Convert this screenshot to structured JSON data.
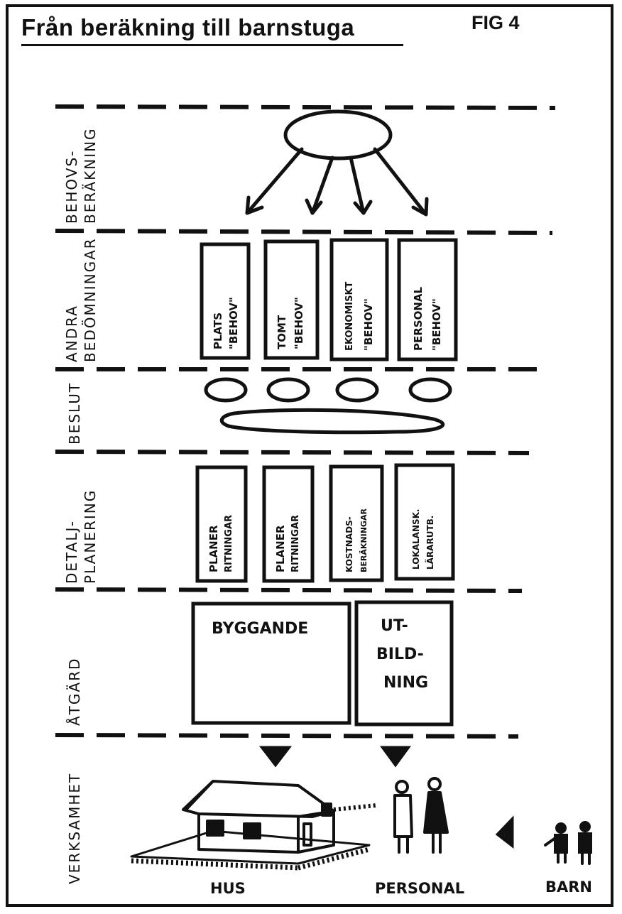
{
  "title": "Från beräkning till barnstuga",
  "figure_label": "FIG 4",
  "phases": [
    {
      "label1": "BEHOVS-",
      "label2": "BERÄKNING"
    },
    {
      "label1": "ANDRA",
      "label2": "BEDÖMNINGAR"
    },
    {
      "label1": "BESLUT",
      "label2": ""
    },
    {
      "label1": "DETALJ-",
      "label2": "PLANERING"
    },
    {
      "label1": "ÅTGÄRD",
      "label2": ""
    },
    {
      "label1": "VERKSAMHET",
      "label2": ""
    }
  ],
  "assessments": [
    {
      "line1": "PLATS",
      "line2": "\"BEHOV\""
    },
    {
      "line1": "TOMT",
      "line2": "\"BEHOV\""
    },
    {
      "line1": "EKONOMISKT",
      "line2": "\"BEHOV\""
    },
    {
      "line1": "PERSONAL",
      "line2": "\"BEHOV\""
    }
  ],
  "planning": [
    {
      "line1": "PLANER",
      "line2": "RITNINGAR"
    },
    {
      "line1": "PLANER",
      "line2": "RITNINGAR"
    },
    {
      "line1": "KOSTNADS-",
      "line2": "BERÄKNINGAR"
    },
    {
      "line1": "LOKALANSK.",
      "line2": "LÄRARUTB."
    }
  ],
  "actions": {
    "building": "BYGGANDE",
    "training_line1": "UT-",
    "training_line2": "BILD-",
    "training_line3": "NING"
  },
  "outcomes": {
    "house": "HUS",
    "staff": "PERSONAL",
    "children": "BARN"
  }
}
